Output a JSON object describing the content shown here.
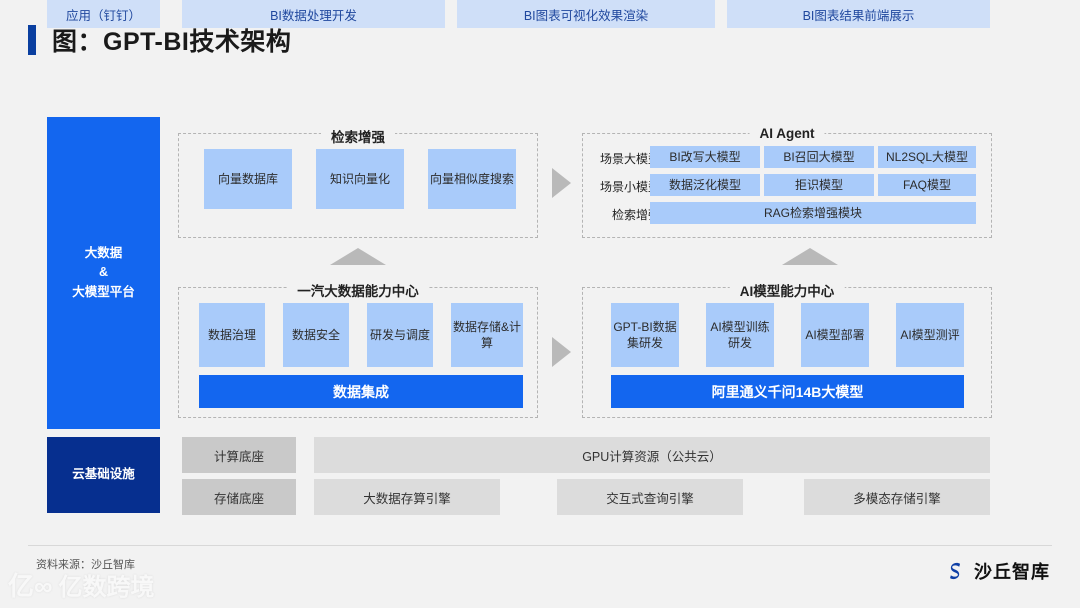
{
  "title": "图：GPT-BI技术架构",
  "colors": {
    "accent_dark_blue": "#0a3fa0",
    "primary_blue": "#1366ef",
    "light_blue_card": "#a9cbfa",
    "topbar_blue": "#cfdff8",
    "cloud_navy": "#062f8f",
    "grey_bar": "#dcdcdc",
    "page_bg": "#f2f2f2"
  },
  "top_flow": [
    {
      "label": "应用（钉钉）"
    },
    {
      "label": "BI数据处理开发"
    },
    {
      "label": "BI图表可视化效果渲染"
    },
    {
      "label": "BI图表结果前端展示"
    }
  ],
  "rails": {
    "platform": "大数据\n&\n大模型平台",
    "platform_line1": "大数据",
    "platform_line2": "&",
    "platform_line3": "大模型平台",
    "cloud": "云基础设施"
  },
  "groups": {
    "rag": {
      "title": "检索增强",
      "cards": [
        "向量数据库",
        "知识向量化",
        "向量相似度搜索"
      ]
    },
    "agent": {
      "title": "AI Agent",
      "rows": [
        {
          "label": "场景大模型",
          "cards": [
            "BI改写大模型",
            "BI召回大模型",
            "NL2SQL大模型"
          ]
        },
        {
          "label": "场景小模型",
          "cards": [
            "数据泛化模型",
            "拒识模型",
            "FAQ模型"
          ]
        },
        {
          "label": "检索增强",
          "cards": [
            "RAG检索增强模块"
          ]
        }
      ]
    },
    "bigdata": {
      "title": "一汽大数据能力中心",
      "cards": [
        "数据治理",
        "数据安全",
        "研发与调度",
        "数据存储&计算"
      ],
      "bar": "数据集成"
    },
    "aimodel": {
      "title": "AI模型能力中心",
      "cards": [
        "GPT-BI数据集研发",
        "AI模型训练研发",
        "AI模型部署",
        "AI模型测评"
      ],
      "bar": "阿里通义千问14B大模型"
    }
  },
  "infrastructure": {
    "compute": {
      "label": "计算底座",
      "items": [
        "GPU计算资源（公共云）"
      ]
    },
    "storage": {
      "label": "存储底座",
      "items": [
        "大数据存算引擎",
        "交互式查询引擎",
        "多模态存储引擎"
      ]
    }
  },
  "footer": {
    "source": "资料来源：沙丘智库",
    "brand": "沙丘智库",
    "watermark": "亿数跨境"
  }
}
